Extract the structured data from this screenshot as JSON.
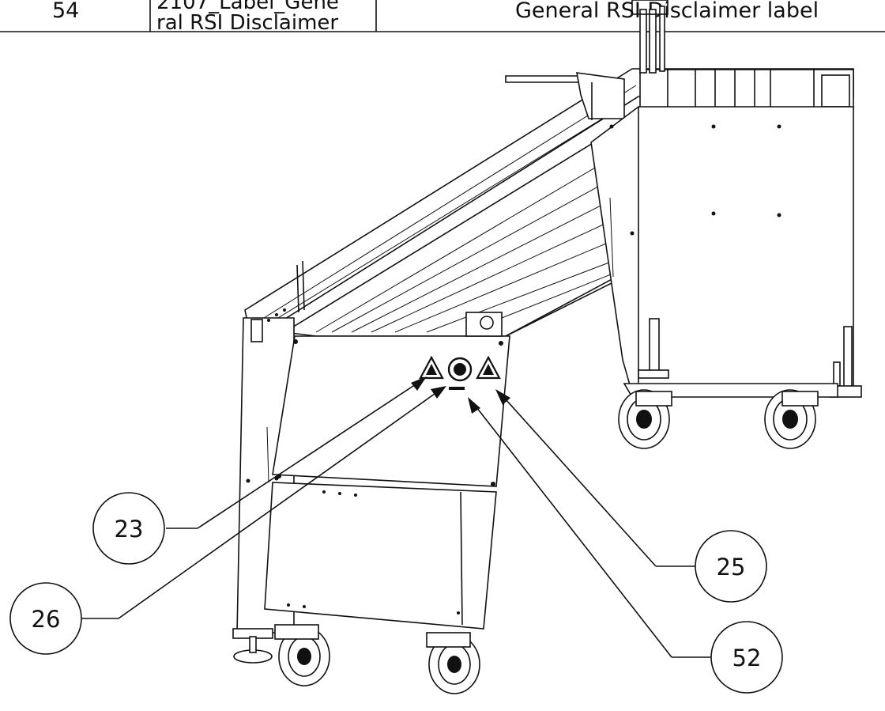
{
  "bom_row": {
    "item_no": "54",
    "part_number_line1": "2107_Label_Gene",
    "part_number_line2": "ral RSI Disclaimer",
    "description": "General RSI Disclaimer label"
  },
  "callouts": [
    {
      "id": "23",
      "label": "23"
    },
    {
      "id": "26",
      "label": "26"
    },
    {
      "id": "25",
      "label": "25"
    },
    {
      "id": "52",
      "label": "52"
    }
  ],
  "icons": {
    "warning_left": "warning-triangle-icon",
    "warning_right": "warning-triangle-icon",
    "label_circle": "rsi-disclaimer-label-icon"
  }
}
